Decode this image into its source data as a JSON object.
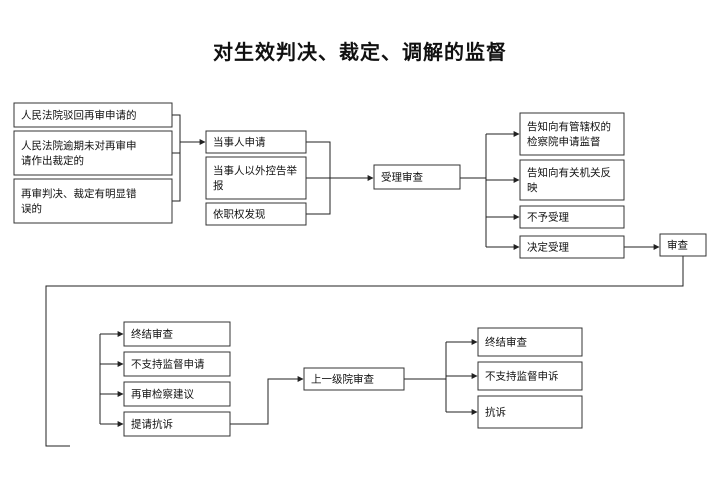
{
  "title": "对生效判决、裁定、调解的监督",
  "nodes": [
    {
      "id": "n1",
      "lines": [
        "人民法院驳回再审申请的"
      ]
    },
    {
      "id": "n2",
      "lines": [
        "人民法院逾期未对再审申",
        "请作出裁定的"
      ]
    },
    {
      "id": "n3",
      "lines": [
        "再审判决、裁定有明显错",
        "误的"
      ]
    },
    {
      "id": "n4",
      "lines": [
        "当事人申请"
      ]
    },
    {
      "id": "n5",
      "lines": [
        "当事人以外控告举",
        "报"
      ]
    },
    {
      "id": "n6",
      "lines": [
        "依职权发现"
      ]
    },
    {
      "id": "n7",
      "lines": [
        "受理审查"
      ]
    },
    {
      "id": "n8",
      "lines": [
        "告知向有管辖权的",
        "检察院申请监督"
      ]
    },
    {
      "id": "n9",
      "lines": [
        "告知向有关机关反",
        "映"
      ]
    },
    {
      "id": "n10",
      "lines": [
        "不予受理"
      ]
    },
    {
      "id": "n11",
      "lines": [
        "决定受理"
      ]
    },
    {
      "id": "n12",
      "lines": [
        "审查"
      ]
    },
    {
      "id": "n13",
      "lines": [
        "终结审查"
      ]
    },
    {
      "id": "n14",
      "lines": [
        "不支持监督申请"
      ]
    },
    {
      "id": "n15",
      "lines": [
        "再审检察建议"
      ]
    },
    {
      "id": "n16",
      "lines": [
        "提请抗诉"
      ]
    },
    {
      "id": "n17",
      "lines": [
        "上一级院审查"
      ]
    },
    {
      "id": "n18",
      "lines": [
        "终结审查"
      ]
    },
    {
      "id": "n19",
      "lines": [
        "不支持监督申诉"
      ]
    },
    {
      "id": "n20",
      "lines": [
        "抗诉"
      ]
    }
  ]
}
